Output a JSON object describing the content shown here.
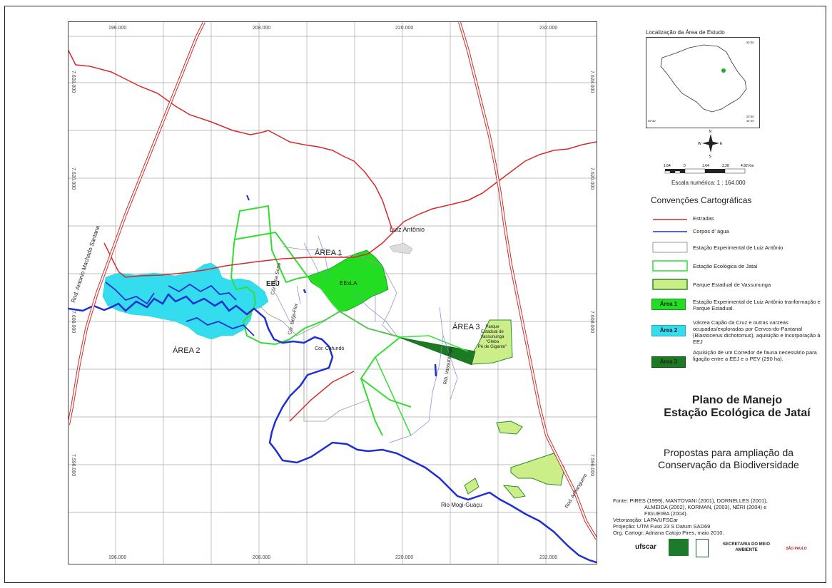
{
  "map": {
    "x_ticks": [
      "196.000",
      "208.000",
      "220.000",
      "232.000"
    ],
    "y_ticks": [
      "7.628.000",
      "7.620.000",
      "7.608.000",
      "7.596.000"
    ],
    "labels": {
      "area1": "ÁREA 1",
      "area2": "ÁREA 2",
      "area3": "ÁREA 3",
      "eej": "EEJ",
      "eexla": "EExLA",
      "luiz_antonio": "Luiz Antônio",
      "rod_antonio": "Rod. Antonio Machado Santana",
      "cor_boa_sorte": "Cór. Boa Sorte",
      "cor_beija_flor": "Cór. Beija-Flor",
      "cor_cafundo": "Cór. Cafundó",
      "rib_vassununga": "Rib. Vassununga",
      "parque": [
        "Parque",
        "Estadual de",
        "Vassununga",
        "\"Gleba",
        "Pé de Gigante\""
      ],
      "rio_mogi": "Rio Mogi-Guaçu",
      "rod_anhanguera": "Rod. Anhanguera"
    }
  },
  "sidebar": {
    "loc_title": "Localização da Área de Estudo",
    "loc_coords": [
      "59°30'",
      "53°30'",
      "44°00'",
      "25°30'"
    ],
    "compass": [
      "N",
      "S",
      "E",
      "W"
    ],
    "scale_ticks": [
      "1.64",
      "0",
      "1.64",
      "3.28",
      "4.92 Km"
    ],
    "scale_text": "Escala numérica:  1 : 164.000",
    "conv_title": "Convenções Cartográficas",
    "legend": [
      {
        "type": "line",
        "color": "#d42a2a",
        "text": "Estradas"
      },
      {
        "type": "line",
        "color": "#1f2fd0",
        "text": "Corpos d' água"
      },
      {
        "type": "box",
        "fill": "#ffffff",
        "stroke": "#999999",
        "text": "Estação Experimental de Luiz Antônio"
      },
      {
        "type": "box",
        "fill": "#ffffff",
        "stroke": "#33dd33",
        "text": "Estação Ecológica de Jataí"
      },
      {
        "type": "box",
        "fill": "#ccee88",
        "stroke": "#2b8a2b",
        "text": "Parque Estadual de Vassununga"
      },
      {
        "type": "area",
        "fill": "#22dd22",
        "label": "Área 1",
        "text": "Estação Experimental de Luiz Antônio tranformação e Parque Estadual."
      },
      {
        "type": "area",
        "fill": "#33ddee",
        "label": "Área 2",
        "text": "Várzea Capão da Cruz e outras varzeas ocupadas/exploradas por Cervos-do-Pantanal (Blastocerus dichotomus), aquisição e incorporação à EEJ"
      },
      {
        "type": "area",
        "fill": "#1b7a22",
        "label": "Área 3",
        "text": "Aquisição de um Corredor de fauna necessário para ligação entre a EEJ e o PEV (290 ha)."
      }
    ],
    "title1": "Plano de Manejo",
    "title2": "Estação Ecológica de Jataí",
    "sub1": "Propostas para ampliação da",
    "sub2": "Conservação da Biodiversidade",
    "fonte": [
      "Fonte: PIRES (1999), MANTOVANI (2001), DORNELLES (2001),",
      "ALMEIDA (2002), KORMAN, (2003), NÉRI (2004) e",
      "FIGUEIRA (2004).",
      "Vetorização: LAPA/UFSCar",
      "Projeção: UTM Fuso 23 S Datum SAD69",
      "Org. Cartogr: Adriana Catojo Pires, maio 2010."
    ],
    "logos": [
      "ufscar",
      "SECRETARIA DO MEIO AMBIENTE",
      "SÃO PAULO"
    ]
  },
  "colors": {
    "road": "#d42a2a",
    "river": "#1f2fd0",
    "eej": "#33dd33",
    "area1": "#22dd22",
    "area2": "#33ddee",
    "area3": "#1b7a22",
    "pev": "#ccee88"
  }
}
